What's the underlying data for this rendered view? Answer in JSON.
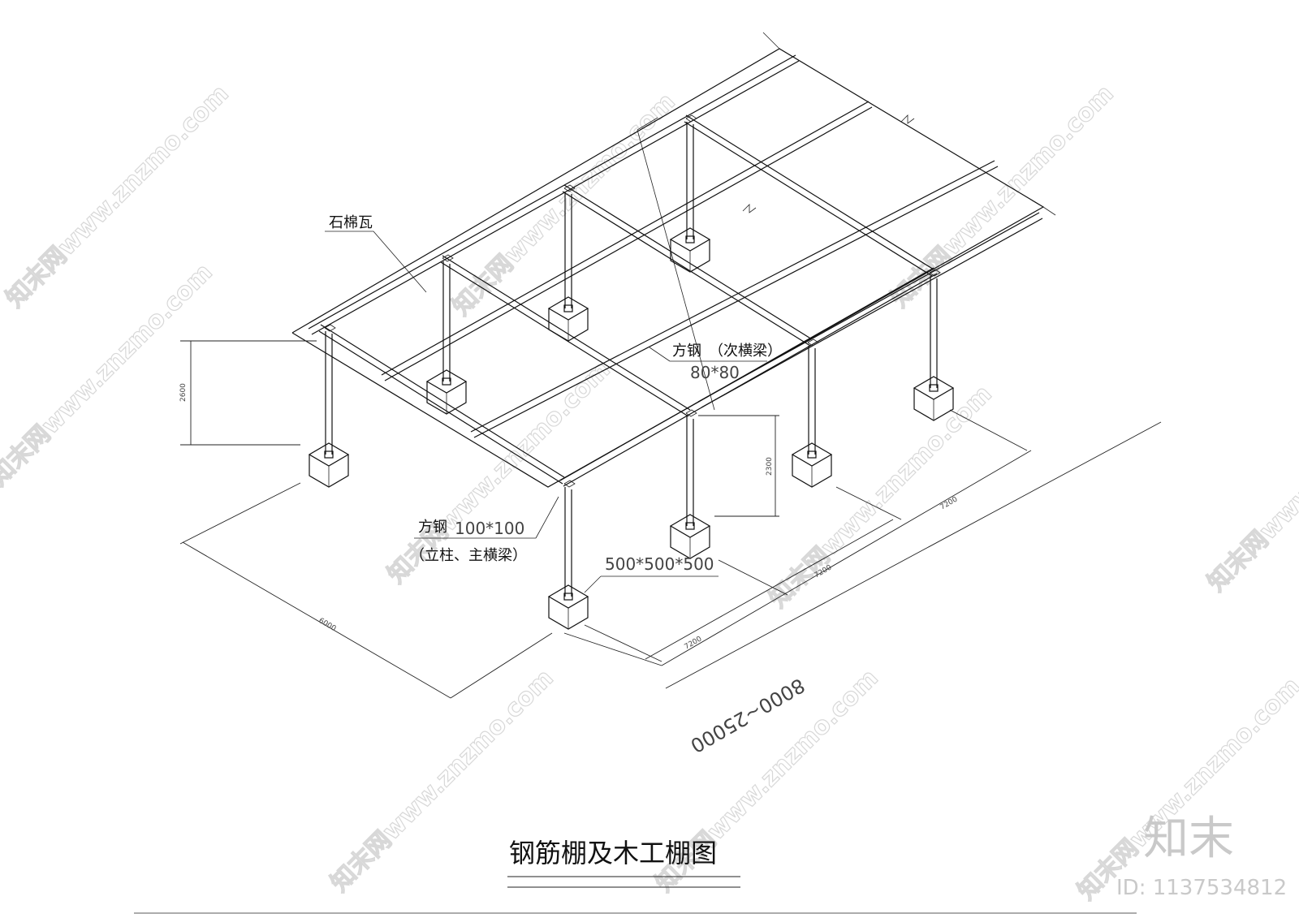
{
  "labels": {
    "roof_sheet": "石棉瓦",
    "secondary_beam_name": "方钢　（次横梁）",
    "secondary_beam_size": "80*80",
    "main_column_name": "方钢",
    "main_column_size": "100*100",
    "main_column_note": "（立柱、主横梁）",
    "footing_size": "500*500*500"
  },
  "dimensions": {
    "height_left": "2600",
    "height_right": "2300",
    "span_a": "7200",
    "span_b": "7200",
    "span_c": "7200",
    "width": "6000",
    "overall_length": "8000~25000"
  },
  "title": "钢筋棚及木工棚图",
  "watermark": {
    "text": "知末网www.znzmo.com",
    "brand": "知末",
    "id_label": "ID: 1137534812"
  }
}
